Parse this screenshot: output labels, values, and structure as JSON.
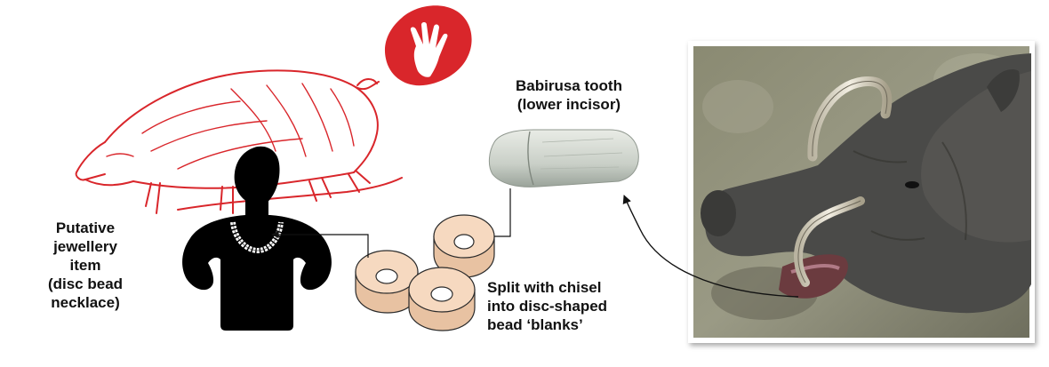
{
  "labels": {
    "necklace": [
      "Putative",
      "jewellery",
      "item",
      "(disc bead",
      "necklace)"
    ],
    "tooth": [
      "Babirusa tooth",
      "(lower incisor)"
    ],
    "split": [
      "Split with chisel",
      "into disc-shaped",
      "bead ‘blanks’"
    ]
  },
  "colors": {
    "rock_art_red": "#d9262b",
    "silhouette": "#000000",
    "bead_fill": "#f6d9c0",
    "bead_stroke": "#2b2b2b",
    "photo_frame": "#ffffff"
  },
  "icons": [
    "hand-stencil",
    "pig-rock-art",
    "person-silhouette",
    "bead-necklace",
    "tooth-fragment",
    "disc-beads",
    "babirusa-photo"
  ]
}
